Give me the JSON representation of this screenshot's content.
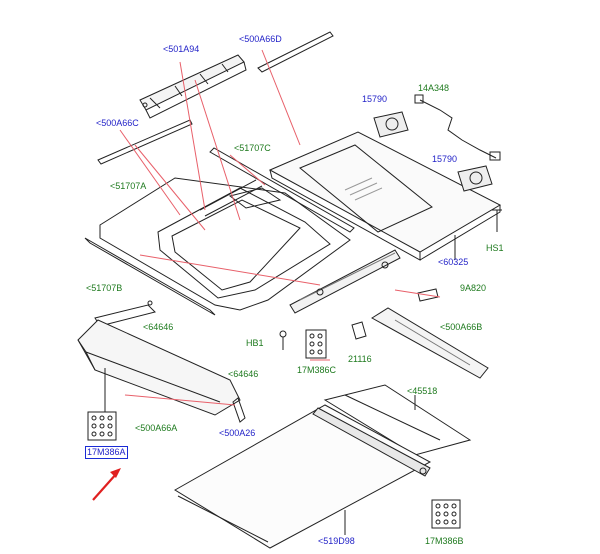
{
  "diagram": {
    "labels": {
      "l501A94": "<501A94",
      "l500A66D": "<500A66D",
      "l15790a": "15790",
      "l14A348": "14A348",
      "l500A66C": "<500A66C",
      "l51707C": "<51707C",
      "l15790b": "15790",
      "l51707A": "<51707A",
      "lHS1": "HS1",
      "l60325": "<60325",
      "l51707B": "<51707B",
      "l9A820": "9A820",
      "l64646a": "<64646",
      "lHB1": "HB1",
      "l500A66B": "<500A66B",
      "l21116": "21116",
      "l17M386C": "17M386C",
      "l64646b": "<64646",
      "l45518": "<45518",
      "l500A66A": "<500A66A",
      "l500A26": "<500A26",
      "l17M386A": "17M386A",
      "l519D98": "<519D98",
      "l17M386B": "17M386B"
    },
    "colors": {
      "part_number": "#2323c8",
      "assembly_number": "#1e7a1e",
      "leader_line": "#e8606a",
      "arrow": "#e02020",
      "highlight_box": "#1a2bd6",
      "outline": "#222222"
    }
  }
}
